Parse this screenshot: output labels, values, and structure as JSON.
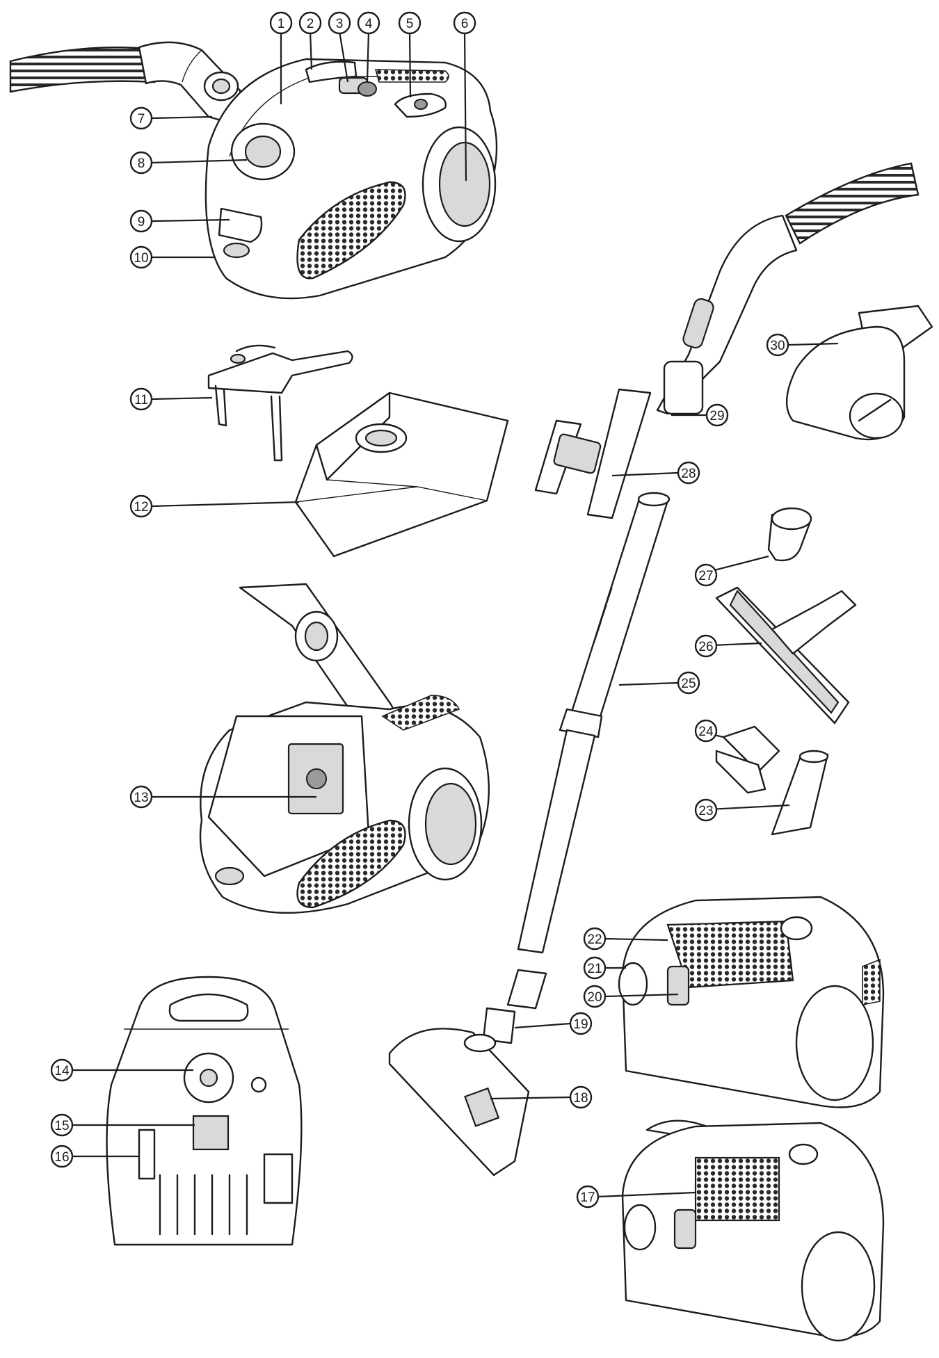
{
  "callouts": {
    "c1": "1",
    "c2": "2",
    "c3": "3",
    "c4": "4",
    "c5": "5",
    "c6": "6",
    "c7": "7",
    "c8": "8",
    "c9": "9",
    "c10": "10",
    "c11": "11",
    "c12": "12",
    "c13": "13",
    "c14": "14",
    "c15": "15",
    "c16": "16",
    "c17": "17",
    "c18": "18",
    "c19": "19",
    "c20": "20",
    "c21": "21",
    "c22": "22",
    "c23": "23",
    "c24": "24",
    "c25": "25",
    "c26": "26",
    "c27": "27",
    "c28": "28",
    "c29": "29",
    "c30": "30"
  },
  "colors": {
    "line": "#1c1c1c",
    "paper": "#ffffff",
    "shade": "#d9d9d9"
  }
}
